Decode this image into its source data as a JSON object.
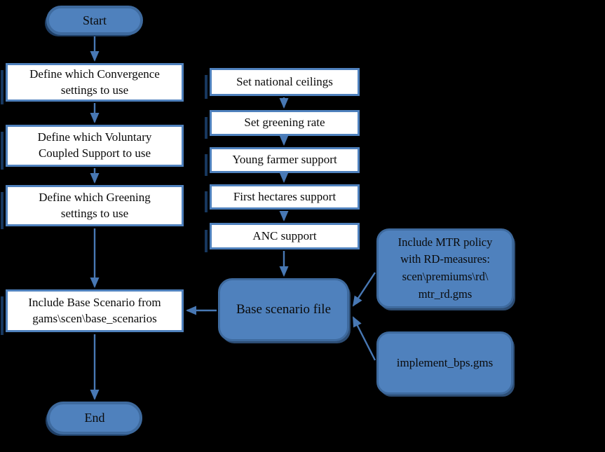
{
  "colors": {
    "background": "#000000",
    "accent_blue_fill": "#4f81bd",
    "shape_border_blue": "#3e6a9e",
    "process_border": "#4f81bd",
    "shadow_navy": "#17375e",
    "arrow_blue": "#4878b4",
    "text": "#0a0a0a"
  },
  "diagram": {
    "type": "flowchart",
    "nodes": {
      "start": {
        "label": "Start"
      },
      "convergence": {
        "label": "Define which Convergence settings to use"
      },
      "voluntary": {
        "label": "Define which Voluntary Coupled Support to use"
      },
      "greening": {
        "label": "Define which Greening settings to use"
      },
      "include_base": {
        "lines": [
          "Include Base Scenario from",
          "gams\\scen\\base_scenarios"
        ]
      },
      "national_ceilings": {
        "label": "Set national ceilings"
      },
      "greening_rate": {
        "label": "Set greening rate"
      },
      "young_farmer": {
        "label": "Young farmer support"
      },
      "first_hectares": {
        "label": "First hectares support"
      },
      "anc": {
        "label": "ANC support"
      },
      "base_scenario": {
        "label": "Base scenario file"
      },
      "mtr": {
        "lines": [
          "Include MTR policy",
          "with RD-measures:",
          "scen\\premiums\\rd\\",
          "mtr_rd.gms"
        ]
      },
      "implement_bps": {
        "label": "implement_bps.gms"
      },
      "end": {
        "label": "End"
      }
    },
    "edges": [
      {
        "from": "start",
        "to": "convergence"
      },
      {
        "from": "convergence",
        "to": "voluntary"
      },
      {
        "from": "voluntary",
        "to": "greening"
      },
      {
        "from": "greening",
        "to": "include_base"
      },
      {
        "from": "include_base",
        "to": "end"
      },
      {
        "from": "national_ceilings",
        "to": "greening_rate"
      },
      {
        "from": "greening_rate",
        "to": "young_farmer"
      },
      {
        "from": "young_farmer",
        "to": "first_hectares"
      },
      {
        "from": "first_hectares",
        "to": "anc"
      },
      {
        "from": "anc",
        "to": "base_scenario"
      },
      {
        "from": "base_scenario",
        "to": "include_base"
      },
      {
        "from": "mtr",
        "to": "base_scenario"
      },
      {
        "from": "implement_bps",
        "to": "base_scenario"
      }
    ]
  }
}
